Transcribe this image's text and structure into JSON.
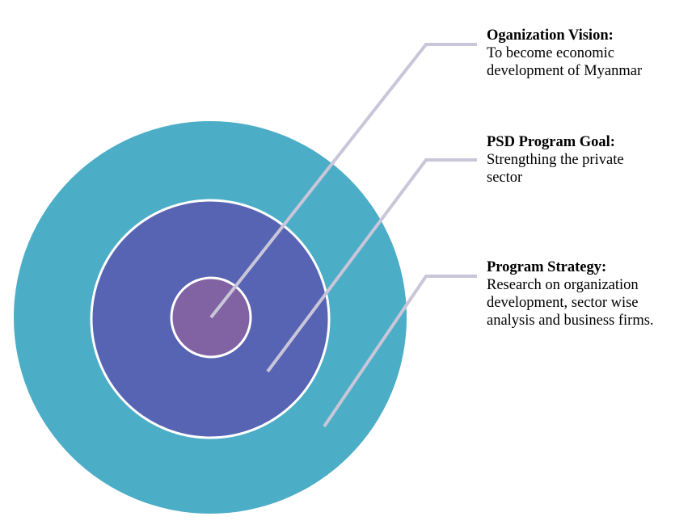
{
  "colors": {
    "outer_ring": "#4badc6",
    "middle_ring": "#5763b3",
    "inner_ring": "#8163a3",
    "ring_border": "#ffffff",
    "connector": "#c9c6d9"
  },
  "labels": [
    {
      "id": "vision",
      "title": "Oganization Vision:",
      "description": " To become economic\ndevelopment of  Myanmar"
    },
    {
      "id": "goal",
      "title": "PSD Program Goal:",
      "description": "Strengthing the private\nsector"
    },
    {
      "id": "strategy",
      "title": "Program Strategy:",
      "description": "Research on organization\ndevelopment, sector wise\nanalysis and business firms."
    }
  ]
}
